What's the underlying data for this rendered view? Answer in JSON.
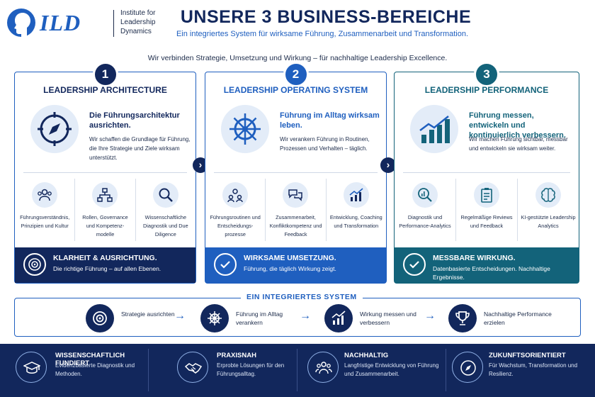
{
  "logo": {
    "letters": "ILD",
    "institute": "Institute for Leadership Dynamics"
  },
  "header": {
    "title": "UNSERE 3 BUSINESS-BEREICHE",
    "subtitle": "Ein integriertes System für wirksame Führung, Zusammenarbeit und Transformation.",
    "tagline": "Wir verbinden Strategie, Umsetzung und Wirkung – für nachhaltige Leadership Excellence."
  },
  "colors": {
    "navy": "#12275c",
    "blue": "#1f5fbf",
    "teal": "#13637a",
    "light": "#e3ecf8"
  },
  "columns": [
    {
      "number": "1",
      "title": "LEADERSHIP ARCHITECTURE",
      "icon": "compass-icon",
      "headline": "Die Führungsarchitektur ausrichten.",
      "description": "Wir schaffen die Grundlage für Führung, die Ihre Strategie und Ziele wirksam unterstützt.",
      "items": [
        {
          "icon": "people-icon",
          "label": "Führungsverständnis, Prinzipien und Kultur"
        },
        {
          "icon": "org-chart-icon",
          "label": "Rollen, Governance und Kompetenz-modelle"
        },
        {
          "icon": "magnifier-icon",
          "label": "Wissenschaftliche Diagnostik und Due Diligence"
        }
      ],
      "footer_title": "KLARHEIT & AUSRICHTUNG.",
      "footer_text": "Die richtige Führung – auf allen Ebenen.",
      "footer_icon": "target-icon"
    },
    {
      "number": "2",
      "title": "LEADERSHIP OPERATING SYSTEM",
      "icon": "ship-wheel-icon",
      "headline": "Führung im Alltag wirksam leben.",
      "description": "Wir verankern Führung in Routinen, Prozessen und Verhalten – täglich.",
      "items": [
        {
          "icon": "team-icon",
          "label": "Führungsroutinen und Entscheidungs-prozesse"
        },
        {
          "icon": "chat-bubbles-icon",
          "label": "Zusammenarbeit, Konfliktkompetenz und Feedback"
        },
        {
          "icon": "growth-chart-icon",
          "label": "Entwicklung, Coaching und Transformation"
        }
      ],
      "footer_title": "WIRKSAME UMSETZUNG.",
      "footer_text": "Führung, die täglich Wirkung zeigt.",
      "footer_icon": "check-circle-icon"
    },
    {
      "number": "3",
      "title": "LEADERSHIP PERFORMANCE",
      "icon": "bar-chart-icon",
      "headline": "Führung messen, entwickeln und kontinuierlich verbessern.",
      "description": "Wir machen Führung sichtbar, messbar und entwickeln sie wirksam weiter.",
      "items": [
        {
          "icon": "analytics-magnifier-icon",
          "label": "Diagnostik und Performance-Analytics"
        },
        {
          "icon": "clipboard-icon",
          "label": "Regelmäßige Reviews und Feedback"
        },
        {
          "icon": "brain-icon",
          "label": "KI-gestützte Leadership Analytics"
        }
      ],
      "footer_title": "MESSBARE WIRKUNG.",
      "footer_text": "Datenbasierte Entscheidungen. Nachhaltige Ergebnisse.",
      "footer_icon": "check-circle-icon"
    }
  ],
  "system": {
    "title": "EIN INTEGRIERTES SYSTEM",
    "steps": [
      {
        "icon": "target-icon",
        "label": "Strategie ausrichten"
      },
      {
        "icon": "ship-wheel-icon",
        "label": "Führung im Alltag verankern"
      },
      {
        "icon": "growth-chart-icon",
        "label": "Wirkung messen und verbessern"
      },
      {
        "icon": "trophy-icon",
        "label": "Nachhaltige Performance erzielen"
      }
    ]
  },
  "pillars": [
    {
      "icon": "graduation-cap-icon",
      "title": "WISSENSCHAFTLICH FUNDIERT",
      "text": "Evidenzbasierte Diagnostik und Methoden."
    },
    {
      "icon": "handshake-icon",
      "title": "PRAXISNAH",
      "text": "Erprobte Lösungen für den Führungsalltag."
    },
    {
      "icon": "group-icon",
      "title": "NACHHALTIG",
      "text": "Langfristige Entwicklung von Führung und Zusammenarbeit."
    },
    {
      "icon": "compass-icon",
      "title": "ZUKUNFTSORIENTIERT",
      "text": "Für Wachstum, Transformation und Resilienz."
    }
  ]
}
